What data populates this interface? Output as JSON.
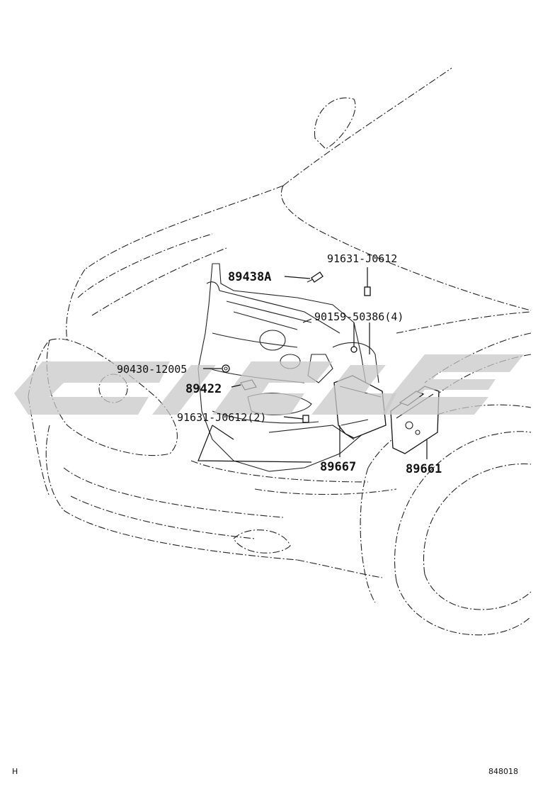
{
  "diagram_code": "848018",
  "corner_mark": "H",
  "watermark_color": "#c8c8c8",
  "part_labels": {
    "p89438A": "89438A",
    "p91631_top": "91631-J0612",
    "p90159": "90159-50386(4)",
    "p90430": "90430-12005",
    "p89422": "89422",
    "p91631_two": "91631-J0612(2)",
    "p89667": "89667",
    "p89661": "89661"
  },
  "icons": [
    "engine-bay-illustration",
    "ecu-module",
    "bracket",
    "bolt",
    "sensor",
    "washer"
  ]
}
